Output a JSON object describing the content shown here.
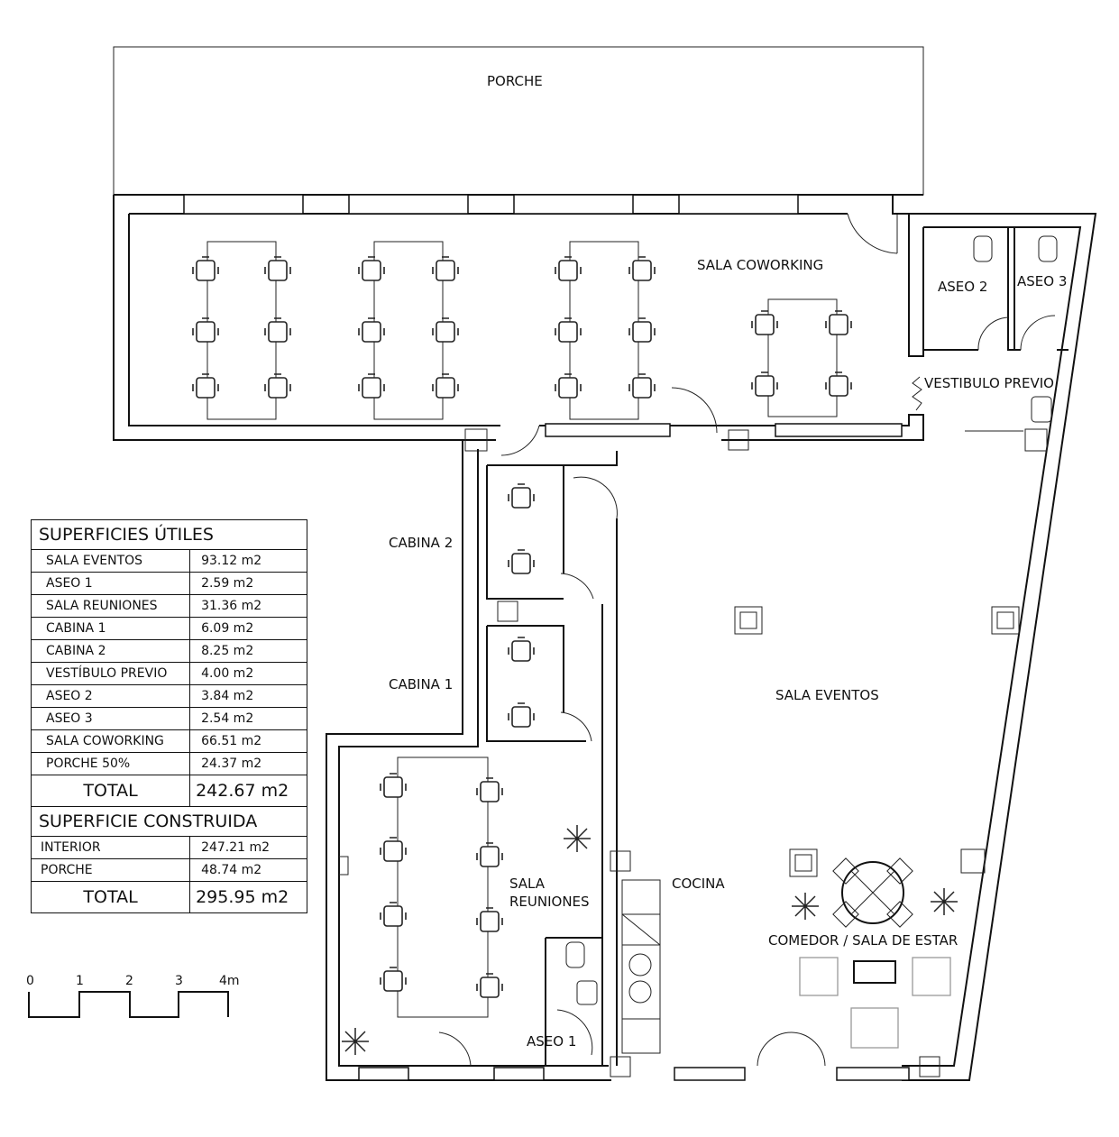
{
  "rooms": {
    "porche": "PORCHE",
    "sala_coworking": "SALA  COWORKING",
    "aseo_2": "ASEO  2",
    "aseo_3": "ASEO  3",
    "vestibulo": "VESTIBULO  PREVIO",
    "cabina_2": "CABINA 2",
    "cabina_1": "CABINA 1",
    "sala_eventos": "SALA EVENTOS",
    "sala_reuniones_1": "SALA",
    "sala_reuniones_2": "REUNIONES",
    "cocina": "COCINA",
    "comedor": "COMEDOR / SALA DE ESTAR",
    "aseo_1": "ASEO  1"
  },
  "areas": {
    "utiles_title": "SUPERFICIES  ÚTILES",
    "utiles": [
      {
        "name": "SALA EVENTOS",
        "value": "93.12  m2"
      },
      {
        "name": "ASEO 1",
        "value": "2.59  m2"
      },
      {
        "name": "SALA  REUNIONES",
        "value": "31.36  m2"
      },
      {
        "name": "CABINA  1",
        "value": "6.09  m2"
      },
      {
        "name": "CABINA  2",
        "value": "8.25  m2"
      },
      {
        "name": "VESTÍBULO  PREVIO",
        "value": "4.00  m2"
      },
      {
        "name": "ASEO  2",
        "value": "3.84  m2"
      },
      {
        "name": "ASEO  3",
        "value": "2.54  m2"
      },
      {
        "name": "SALA COWORKING",
        "value": "66.51  m2"
      },
      {
        "name": "PORCHE  50%",
        "value": "24.37  m2"
      }
    ],
    "utiles_total_label": "TOTAL",
    "utiles_total_value": "242.67  m2",
    "construida_title": "SUPERFICIE  CONSTRUIDA",
    "construida": [
      {
        "name": "INTERIOR",
        "value": "247.21  m2"
      },
      {
        "name": "PORCHE",
        "value": "48.74  m2"
      }
    ],
    "construida_total_label": "TOTAL",
    "construida_total_value": "295.95  m2"
  },
  "scale": {
    "ticks": [
      "0",
      "1",
      "2",
      "3",
      "4m"
    ]
  }
}
